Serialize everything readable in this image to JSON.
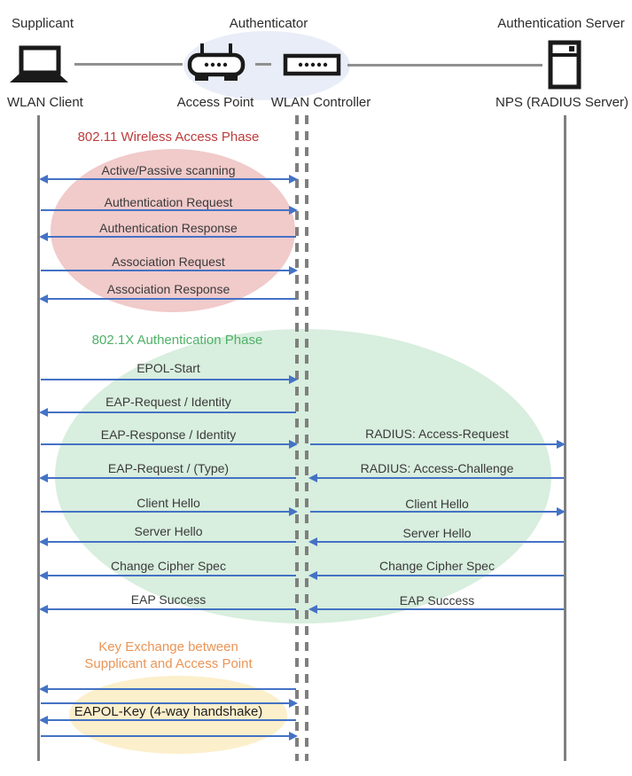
{
  "actors": {
    "supplicant": {
      "role": "Supplicant",
      "device": "WLAN Client"
    },
    "authenticator": {
      "role": "Authenticator",
      "access_point": "Access Point",
      "wlan_controller": "WLAN Controller"
    },
    "authentication_server": {
      "role": "Authentication Server",
      "device": "NPS (RADIUS Server)"
    }
  },
  "phases": {
    "wireless_access": {
      "title": "802.11 Wireless Access Phase",
      "title_color": "#BE3B3B",
      "fill_color": "#F1CACA",
      "messages": [
        {
          "label": "Active/Passive scanning",
          "direction": "both",
          "from": "WLAN Client",
          "to": "Authenticator"
        },
        {
          "label": "Authentication Request",
          "direction": "right",
          "from": "WLAN Client",
          "to": "Authenticator"
        },
        {
          "label": "Authentication Response",
          "direction": "left",
          "from": "Authenticator",
          "to": "WLAN Client"
        },
        {
          "label": "Association Request",
          "direction": "right",
          "from": "WLAN Client",
          "to": "Authenticator"
        },
        {
          "label": "Association Response",
          "direction": "left",
          "from": "Authenticator",
          "to": "WLAN Client"
        }
      ]
    },
    "authentication": {
      "title": "802.1X Authentication Phase",
      "title_color": "#4FB167",
      "fill_color": "#D8EEDE",
      "left_messages": [
        {
          "label": "EPOL-Start",
          "direction": "right"
        },
        {
          "label": "EAP-Request / Identity",
          "direction": "left"
        },
        {
          "label": "EAP-Response / Identity",
          "direction": "right"
        },
        {
          "label": "EAP-Request / (Type)",
          "direction": "left"
        },
        {
          "label": "Client Hello",
          "direction": "right"
        },
        {
          "label": "Server Hello",
          "direction": "left"
        },
        {
          "label": "Change Cipher Spec",
          "direction": "left"
        },
        {
          "label": "EAP Success",
          "direction": "left"
        }
      ],
      "right_messages": [
        {
          "label": "RADIUS: Access-Request",
          "direction": "right"
        },
        {
          "label": "RADIUS: Access-Challenge",
          "direction": "left"
        },
        {
          "label": "Client Hello",
          "direction": "right"
        },
        {
          "label": "Server Hello",
          "direction": "left"
        },
        {
          "label": "Change Cipher Spec",
          "direction": "left"
        },
        {
          "label": "EAP Success",
          "direction": "left"
        }
      ]
    },
    "key_exchange": {
      "title_line1": "Key Exchange between",
      "title_line2": "Supplicant and Access Point",
      "title_color": "#EA9556",
      "fill_color": "#FCEFCB",
      "message": "EAPOL-Key (4-way handshake)",
      "arrow_directions": [
        "left",
        "right",
        "left",
        "right"
      ]
    }
  },
  "colors": {
    "arrow": "#4472C4",
    "lifeline": "#7F7F7F",
    "authenticator_halo": "#E9EDF7"
  }
}
